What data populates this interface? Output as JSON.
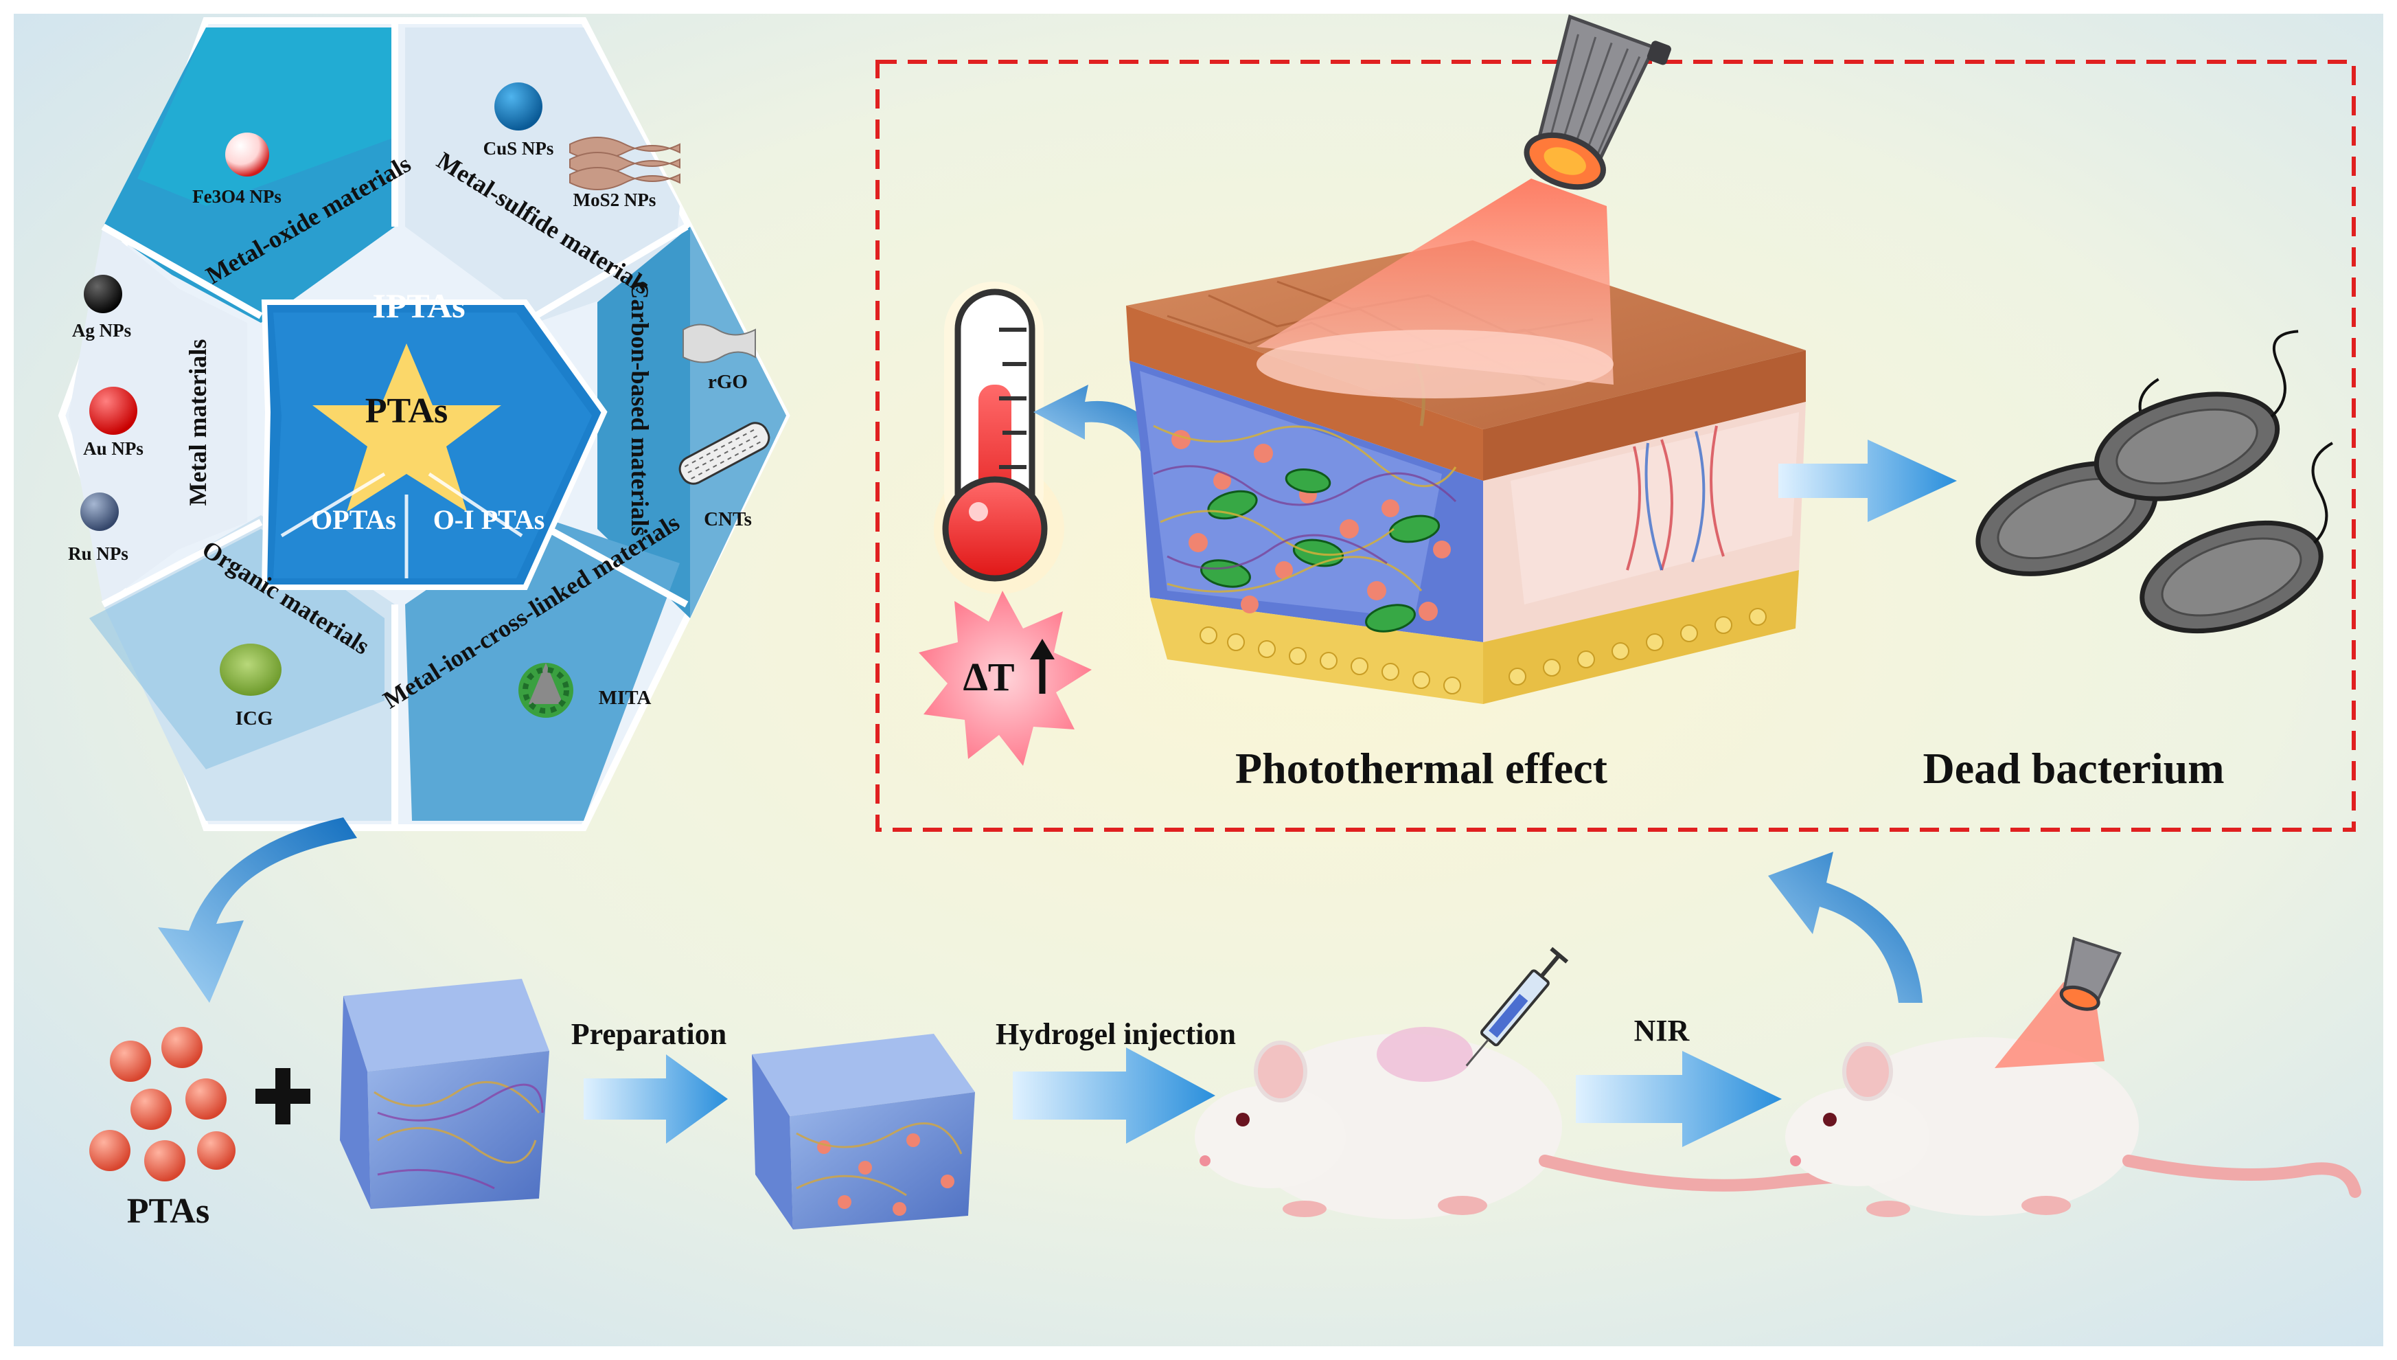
{
  "hexagon": {
    "center_title": "IPTAs",
    "star_label": "PTAs",
    "bottom_left_label": "OPTAs",
    "bottom_right_label": "O-I PTAs",
    "segments": {
      "metal_oxide": "Metal-oxide materials",
      "metal_sulfide": "Metal-sulfide materials",
      "carbon_based": "Carbon-based materials",
      "metal_ion": "Metal-ion-cross-linked materials",
      "organic": "Organic materials",
      "metal": "Metal materials"
    },
    "examples": {
      "fe3o4": "Fe3O4 NPs",
      "cus": "CuS NPs",
      "mos2": "MoS2 NPs",
      "rgo": "rGO",
      "cnts": "CNTs",
      "mita": "MITA",
      "icg": "ICG",
      "ag": "Ag NPs",
      "au": "Au NPs",
      "ru": "Ru NPs"
    }
  },
  "effect_box": {
    "delta_t": "ΔT",
    "photothermal_label": "Photothermal effect",
    "dead_bacterium_label": "Dead bacterium"
  },
  "workflow": {
    "ptas_label": "PTAs",
    "step1": "Preparation",
    "step2": "Hydrogel injection",
    "step3": "NIR"
  },
  "colors": {
    "accent_blue": "#1a7fc9",
    "dashed_red": "#e02020",
    "laser": "#ff8a78"
  }
}
